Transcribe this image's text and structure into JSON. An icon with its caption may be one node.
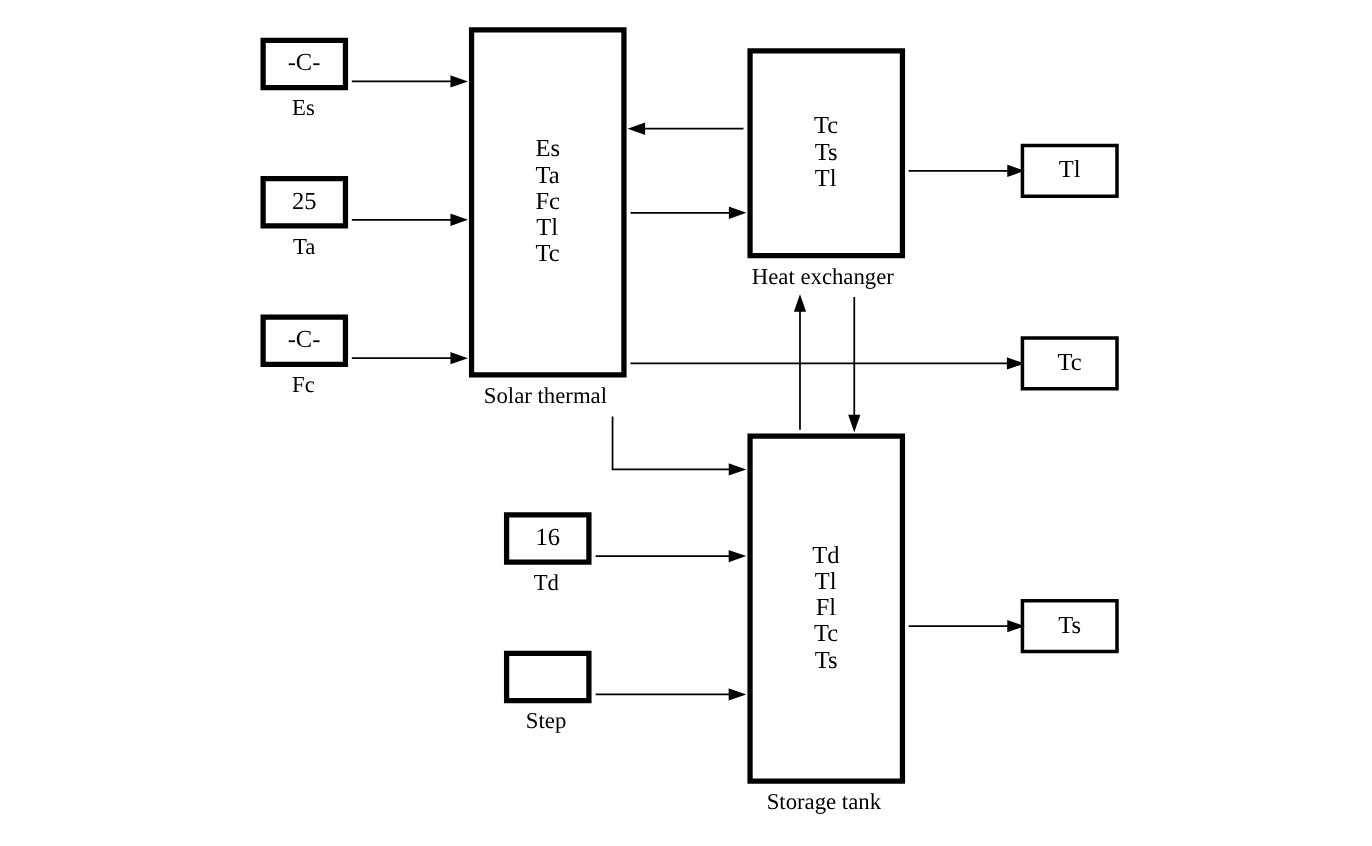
{
  "diagram": {
    "nodes": [
      {
        "text": [
          "-C-"
        ],
        "beside": [
          "Es"
        ]
      },
      {
        "text": [
          "25"
        ],
        "beside": [
          "Ta"
        ]
      },
      {
        "text": [
          "-C-"
        ],
        "beside": [
          "Fc"
        ]
      },
      {
        "text": [
          "Es",
          "Ta",
          "Fc",
          "Tl",
          "Tc"
        ],
        "beside": [
          "Solar thermal"
        ]
      },
      {
        "text": [
          "16"
        ],
        "beside": [
          "Td"
        ]
      },
      {
        "text": [],
        "shape": "box",
        "beside": [
          "Step"
        ]
      },
      {
        "text": [
          "Td",
          "Tl",
          "Fl",
          "Tc",
          "Ts"
        ],
        "beside": [
          "Storage tank"
        ]
      },
      {
        "text": [
          "Tc",
          "Ts",
          "Tl"
        ],
        "beside": [
          "Heat exchanger"
        ]
      },
      {
        "text": [
          "Tc"
        ]
      },
      {
        "text": [
          "Ts"
        ]
      },
      {
        "text": [
          "Tl"
        ]
      }
    ],
    "edges": [
      {
        "from": 0,
        "to": 3,
        "arrow": "to"
      },
      {
        "from": 1,
        "to": 3,
        "arrow": "to"
      },
      {
        "from": 2,
        "to": 3,
        "arrow": "to"
      },
      {
        "from": 4,
        "to": 6,
        "arrow": "to"
      },
      {
        "from": 5,
        "to": 6,
        "arrow": "to"
      },
      {
        "from": 3,
        "to": 6,
        "arrow": "to"
      },
      {
        "from": 3,
        "to": 8,
        "arrow": "to"
      },
      {
        "from": 3,
        "to": 7,
        "arrow": "to"
      },
      {
        "from": 6,
        "to": 9,
        "arrow": "to"
      },
      {
        "from": 6,
        "to": 7,
        "arrow": "to"
      },
      {
        "from": 7,
        "to": 10,
        "arrow": "to"
      },
      {
        "from": 7,
        "to": 3,
        "arrow": "to"
      },
      {
        "from": 7,
        "to": 6,
        "arrow": "to"
      }
    ]
  }
}
